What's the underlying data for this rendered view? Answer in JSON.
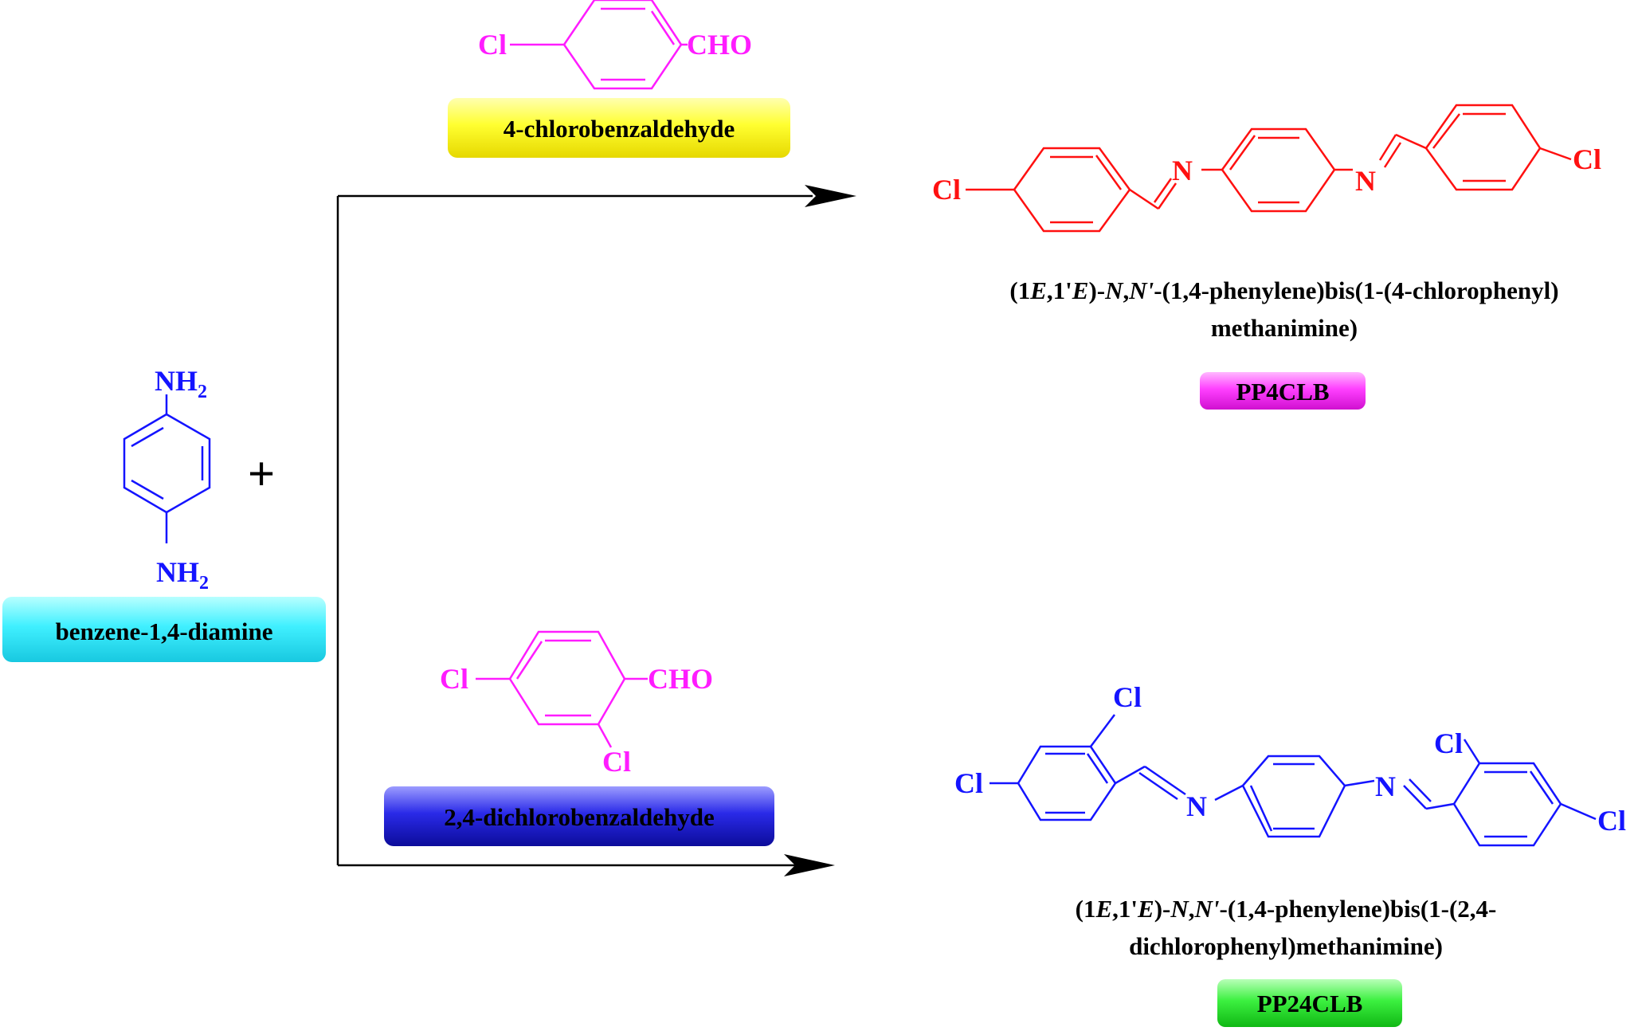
{
  "colors": {
    "reactant_amine": "#1414ff",
    "aldehyde": "#ff1cff",
    "product_mono": "#ff1010",
    "product_di": "#1414ff",
    "label_yellow": "#ffff2e",
    "label_cyan": "#41f5ff",
    "label_blue": "#1e1ee0",
    "label_magenta": "#ff3dff",
    "label_green": "#34f03a"
  },
  "reactant": {
    "top_group": "NH",
    "top_sub": "2",
    "bottom_group": "NH",
    "bottom_sub": "2",
    "name": "benzene-1,4-diamine"
  },
  "plus_sign": "+",
  "aldehyde_1": {
    "substituent": "Cl",
    "group": "CHO",
    "name": "4-chlorobenzaldehyde"
  },
  "aldehyde_2": {
    "substituent_left": "Cl",
    "substituent_ortho": "Cl",
    "group": "CHO",
    "name": "2,4-dichlorobenzaldehyde"
  },
  "product_1": {
    "cl_left": "Cl",
    "n_left": "N",
    "n_right": "N",
    "cl_right": "Cl",
    "name_line1": [
      {
        "t": "(1",
        "i": false
      },
      {
        "t": "E",
        "i": true
      },
      {
        "t": ",1'",
        "i": false
      },
      {
        "t": "E",
        "i": true
      },
      {
        "t": ")-",
        "i": false
      },
      {
        "t": "N",
        "i": true
      },
      {
        "t": ",",
        "i": false
      },
      {
        "t": "N'",
        "i": true
      },
      {
        "t": "-(1,4-phenylene)bis(1-(4-chlorophenyl)",
        "i": false
      }
    ],
    "name_line2": "methanimine)",
    "code": "PP4CLB"
  },
  "product_2": {
    "cl_top_left": "Cl",
    "cl_para_left": "Cl",
    "n_left": "N",
    "n_right": "N",
    "cl_top_right": "Cl",
    "cl_para_right": "Cl",
    "name_line1": [
      {
        "t": "(1",
        "i": false
      },
      {
        "t": "E",
        "i": true
      },
      {
        "t": ",1'",
        "i": false
      },
      {
        "t": "E",
        "i": true
      },
      {
        "t": ")-",
        "i": false
      },
      {
        "t": "N",
        "i": true
      },
      {
        "t": ",",
        "i": false
      },
      {
        "t": "N'",
        "i": true
      },
      {
        "t": "-(1,4-phenylene)bis(1-(2,4-",
        "i": false
      }
    ],
    "name_line2": "dichlorophenyl)methanimine)",
    "code": "PP24CLB"
  }
}
